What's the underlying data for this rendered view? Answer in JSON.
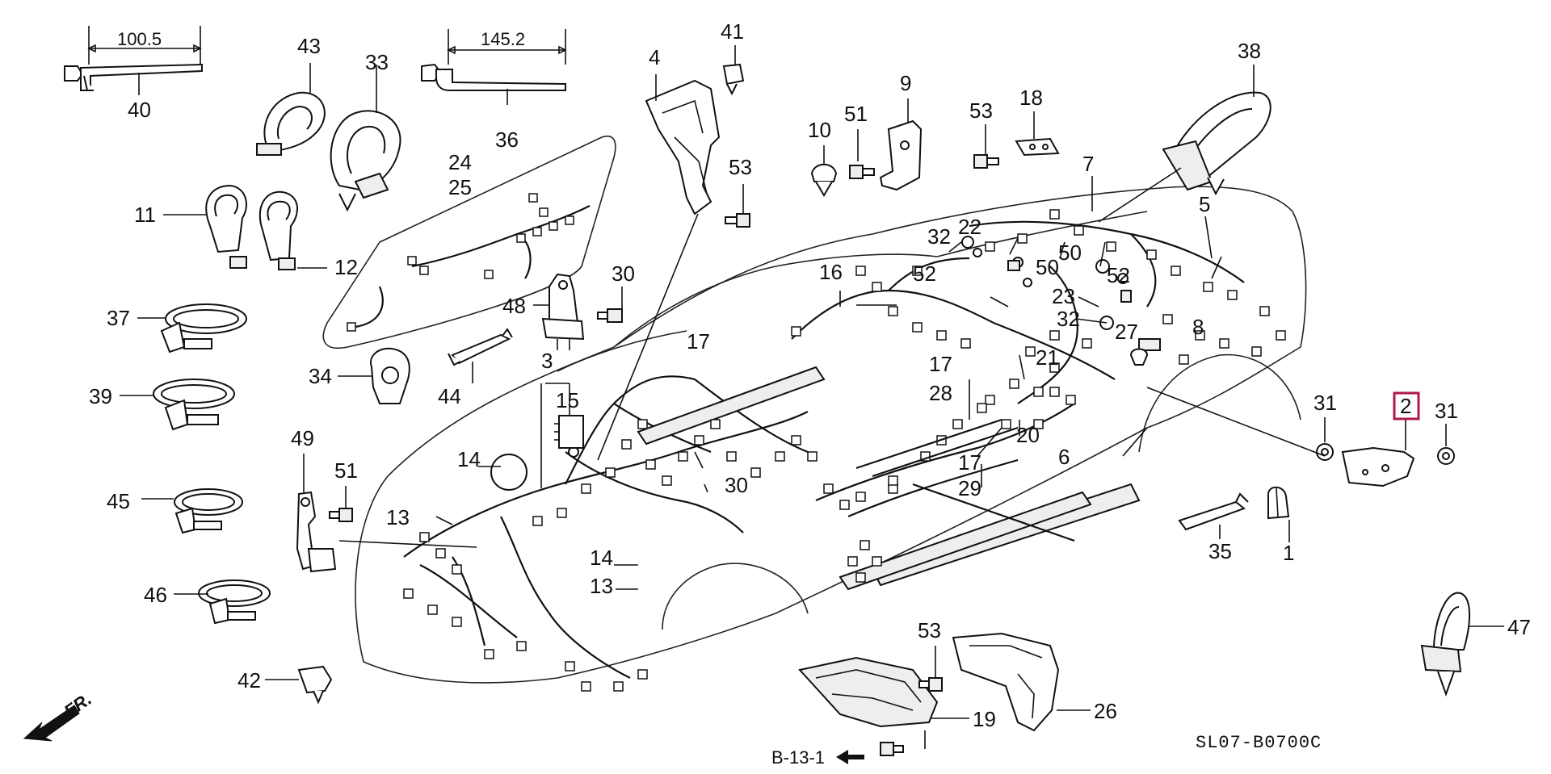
{
  "diagram": {
    "dimensions": {
      "dim_40": "100.5",
      "dim_36": "145.2"
    },
    "labels": {
      "p1": "1",
      "p2": "2",
      "p3": "3",
      "p4": "4",
      "p5": "5",
      "p6": "6",
      "p7": "7",
      "p8": "8",
      "p9": "9",
      "p10": "10",
      "p11": "11",
      "p12": "12",
      "p13a": "13",
      "p13b": "13",
      "p14a": "14",
      "p14b": "14",
      "p15": "15",
      "p16": "16",
      "p17a": "17",
      "p17b": "17",
      "p17c": "17",
      "p18": "18",
      "p19": "19",
      "p20": "20",
      "p21": "21",
      "p22": "22",
      "p23": "23",
      "p24": "24",
      "p25": "25",
      "p26": "26",
      "p27": "27",
      "p28": "28",
      "p29": "29",
      "p30a": "30",
      "p30b": "30",
      "p31a": "31",
      "p31b": "31",
      "p32a": "32",
      "p32b": "32",
      "p33": "33",
      "p34": "34",
      "p35": "35",
      "p36": "36",
      "p37": "37",
      "p38": "38",
      "p39": "39",
      "p40": "40",
      "p41": "41",
      "p42": "42",
      "p43": "43",
      "p44": "44",
      "p45": "45",
      "p46": "46",
      "p47": "47",
      "p48": "48",
      "p49": "49",
      "p50a": "50",
      "p50b": "50",
      "p51a": "51",
      "p51b": "51",
      "p52a": "52",
      "p52b": "52",
      "p53a": "53",
      "p53b": "53",
      "p53c": "53"
    },
    "highlighted_part": "2",
    "highlight_color": "#b0174a",
    "direction_marker": "FR.",
    "cross_reference": "B-13-1",
    "figure_code": "SL07-B0700C"
  }
}
